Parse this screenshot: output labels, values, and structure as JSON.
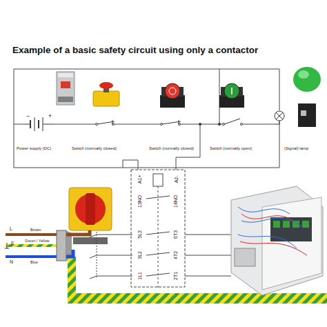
{
  "diagram": {
    "title": "Example of a basic safety circuit using only a contactor",
    "labels": [
      "−",
      "+",
      "Power supply (DC)",
      "Switch (normally closed)",
      "Switch (normally closed)",
      "Switch (normally open)",
      "(Signal) lamp",
      "A1+",
      "A2-",
      "13NO",
      "14NO",
      "5L3",
      "6T3",
      "3L2",
      "4T2",
      "1L1",
      "2T1",
      "L",
      "Brown",
      "E",
      "Green / Yellow",
      "N",
      "Blue"
    ]
  }
}
